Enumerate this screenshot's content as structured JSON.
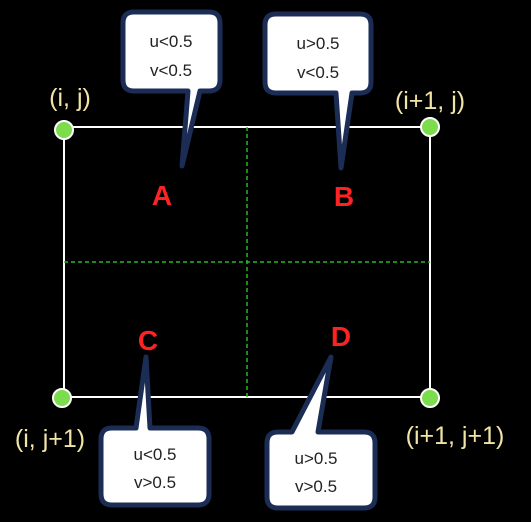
{
  "colors": {
    "background": "#000000",
    "cell_border": "#ffffff",
    "midlines": "#22bb22",
    "vertex_fill": "#7ddc4c",
    "vertex_stroke": "#ffffff",
    "vertex_label": "#f2e4a6",
    "region_label": "#ff2222",
    "callout_fill": "#ffffff",
    "callout_border": "#1b2d55",
    "callout_text": "#222222"
  },
  "vertices": {
    "top_left": "(i, j)",
    "top_right": "(i+1, j)",
    "bottom_left": "(i, j+1)",
    "bottom_right": "(i+1, j+1)"
  },
  "regions": {
    "top_left": "A",
    "top_right": "B",
    "bottom_left": "C",
    "bottom_right": "D"
  },
  "callouts": {
    "a": {
      "line1": "u<0.5",
      "line2": "v<0.5"
    },
    "b": {
      "line1": "u>0.5",
      "line2": "v<0.5"
    },
    "c": {
      "line1": "u<0.5",
      "line2": "v>0.5"
    },
    "d": {
      "line1": "u>0.5",
      "line2": "v>0.5"
    }
  }
}
